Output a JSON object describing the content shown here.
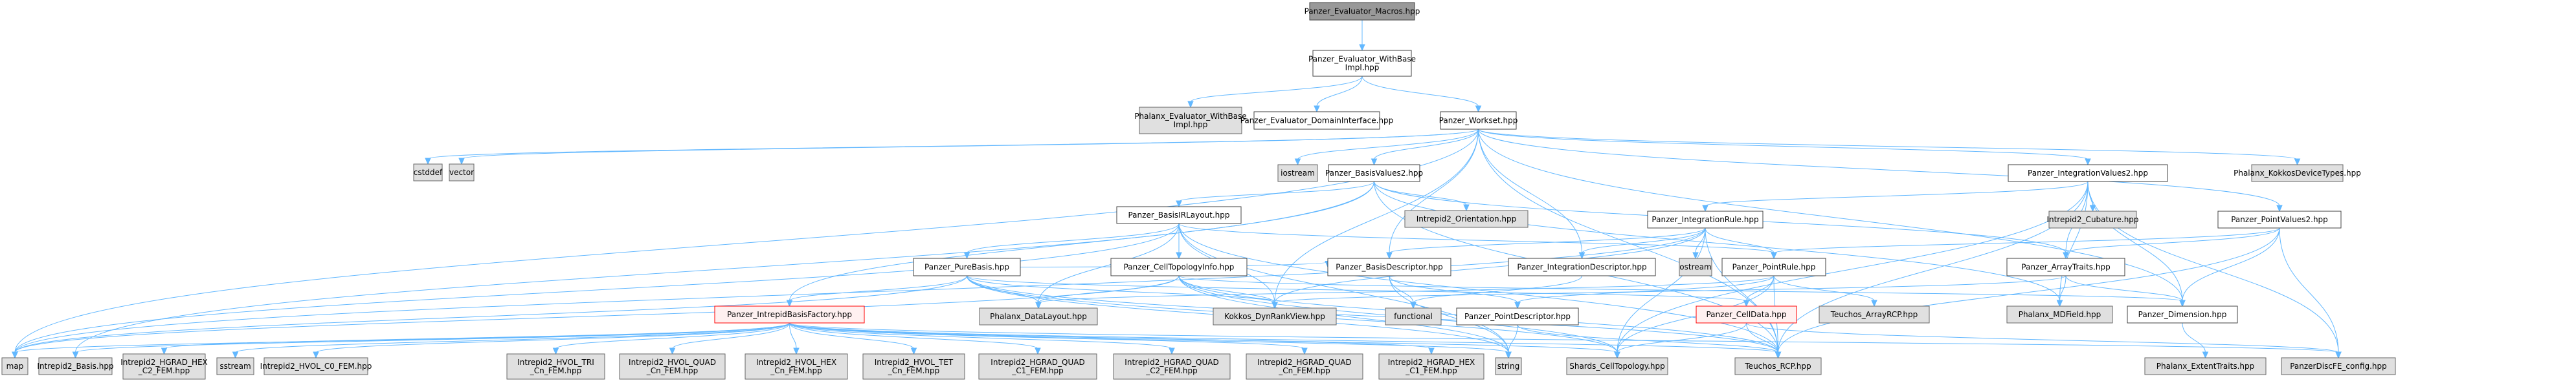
{
  "title": "Panzer_Evaluator_Macros.hpp include dependency graph",
  "colors": {
    "edge": "#63b8ff",
    "root_fill": "#999999",
    "system_fill": "#e0e0e0",
    "local_fill": "#ffffff",
    "highlight_border": "#ff0000"
  },
  "nodes": [
    {
      "id": "macros",
      "lines": [
        "Panzer_Evaluator_Macros.hpp"
      ],
      "kind": "root"
    },
    {
      "id": "withbaseimpl",
      "lines": [
        "Panzer_Evaluator_WithBase",
        "Impl.hpp"
      ],
      "kind": "local"
    },
    {
      "id": "phx_withbaseimpl",
      "lines": [
        "Phalanx_Evaluator_WithBase",
        "Impl.hpp"
      ],
      "kind": "sys"
    },
    {
      "id": "domaininterface",
      "lines": [
        "Panzer_Evaluator_DomainInterface.hpp"
      ],
      "kind": "local"
    },
    {
      "id": "workset",
      "lines": [
        "Panzer_Workset.hpp"
      ],
      "kind": "local"
    },
    {
      "id": "cstddef",
      "lines": [
        "cstddef"
      ],
      "kind": "sys"
    },
    {
      "id": "vector",
      "lines": [
        "vector"
      ],
      "kind": "sys"
    },
    {
      "id": "iostream",
      "lines": [
        "iostream"
      ],
      "kind": "sys"
    },
    {
      "id": "basisvalues2",
      "lines": [
        "Panzer_BasisValues2.hpp"
      ],
      "kind": "local"
    },
    {
      "id": "integrationvalues2",
      "lines": [
        "Panzer_IntegrationValues2.hpp"
      ],
      "kind": "local"
    },
    {
      "id": "kokkosdevicetypes",
      "lines": [
        "Phalanx_KokkosDeviceTypes.hpp"
      ],
      "kind": "sys"
    },
    {
      "id": "basisirlayout",
      "lines": [
        "Panzer_BasisIRLayout.hpp"
      ],
      "kind": "local"
    },
    {
      "id": "orientation",
      "lines": [
        "Intrepid2_Orientation.hpp"
      ],
      "kind": "sys"
    },
    {
      "id": "integrationrule",
      "lines": [
        "Panzer_IntegrationRule.hpp"
      ],
      "kind": "local"
    },
    {
      "id": "cubature",
      "lines": [
        "Intrepid2_Cubature.hpp"
      ],
      "kind": "sys"
    },
    {
      "id": "pointvalues2",
      "lines": [
        "Panzer_PointValues2.hpp"
      ],
      "kind": "local"
    },
    {
      "id": "purebasis",
      "lines": [
        "Panzer_PureBasis.hpp"
      ],
      "kind": "local"
    },
    {
      "id": "celltopologyinfo",
      "lines": [
        "Panzer_CellTopologyInfo.hpp"
      ],
      "kind": "local"
    },
    {
      "id": "basisdescriptor",
      "lines": [
        "Panzer_BasisDescriptor.hpp"
      ],
      "kind": "local"
    },
    {
      "id": "integrationdescriptor",
      "lines": [
        "Panzer_IntegrationDescriptor.hpp"
      ],
      "kind": "local"
    },
    {
      "id": "ostream",
      "lines": [
        "ostream"
      ],
      "kind": "sys"
    },
    {
      "id": "pointrule",
      "lines": [
        "Panzer_PointRule.hpp"
      ],
      "kind": "local"
    },
    {
      "id": "arraytraits",
      "lines": [
        "Panzer_ArrayTraits.hpp"
      ],
      "kind": "local"
    },
    {
      "id": "intrepidbasisfactory",
      "lines": [
        "Panzer_IntrepidBasisFactory.hpp"
      ],
      "kind": "red"
    },
    {
      "id": "datalayout",
      "lines": [
        "Phalanx_DataLayout.hpp"
      ],
      "kind": "sys"
    },
    {
      "id": "dynrankview",
      "lines": [
        "Kokkos_DynRankView.hpp"
      ],
      "kind": "sys"
    },
    {
      "id": "functional",
      "lines": [
        "functional"
      ],
      "kind": "sys"
    },
    {
      "id": "pointdescriptor",
      "lines": [
        "Panzer_PointDescriptor.hpp"
      ],
      "kind": "local"
    },
    {
      "id": "celldata",
      "lines": [
        "Panzer_CellData.hpp"
      ],
      "kind": "red"
    },
    {
      "id": "arrayrcp",
      "lines": [
        "Teuchos_ArrayRCP.hpp"
      ],
      "kind": "sys"
    },
    {
      "id": "mdfield",
      "lines": [
        "Phalanx_MDField.hpp"
      ],
      "kind": "sys"
    },
    {
      "id": "dimension",
      "lines": [
        "Panzer_Dimension.hpp"
      ],
      "kind": "local"
    },
    {
      "id": "map",
      "lines": [
        "map"
      ],
      "kind": "sys"
    },
    {
      "id": "i2basis",
      "lines": [
        "Intrepid2_Basis.hpp"
      ],
      "kind": "sys"
    },
    {
      "id": "hgrad_hex_c2",
      "lines": [
        "Intrepid2_HGRAD_HEX",
        "_C2_FEM.hpp"
      ],
      "kind": "sys"
    },
    {
      "id": "sstream",
      "lines": [
        "sstream"
      ],
      "kind": "sys"
    },
    {
      "id": "hvol_c0",
      "lines": [
        "Intrepid2_HVOL_C0_FEM.hpp"
      ],
      "kind": "sys"
    },
    {
      "id": "hvol_tri",
      "lines": [
        "Intrepid2_HVOL_TRI",
        "_Cn_FEM.hpp"
      ],
      "kind": "sys"
    },
    {
      "id": "hvol_quad",
      "lines": [
        "Intrepid2_HVOL_QUAD",
        "_Cn_FEM.hpp"
      ],
      "kind": "sys"
    },
    {
      "id": "hvol_hex",
      "lines": [
        "Intrepid2_HVOL_HEX",
        "_Cn_FEM.hpp"
      ],
      "kind": "sys"
    },
    {
      "id": "hvol_tet",
      "lines": [
        "Intrepid2_HVOL_TET",
        "_Cn_FEM.hpp"
      ],
      "kind": "sys"
    },
    {
      "id": "hgrad_quad_c1",
      "lines": [
        "Intrepid2_HGRAD_QUAD",
        "_C1_FEM.hpp"
      ],
      "kind": "sys"
    },
    {
      "id": "hgrad_quad_c2",
      "lines": [
        "Intrepid2_HGRAD_QUAD",
        "_C2_FEM.hpp"
      ],
      "kind": "sys"
    },
    {
      "id": "hgrad_quad_cn",
      "lines": [
        "Intrepid2_HGRAD_QUAD",
        "_Cn_FEM.hpp"
      ],
      "kind": "sys"
    },
    {
      "id": "hgrad_hex_c1",
      "lines": [
        "Intrepid2_HGRAD_HEX",
        "_C1_FEM.hpp"
      ],
      "kind": "sys"
    },
    {
      "id": "string",
      "lines": [
        "string"
      ],
      "kind": "sys"
    },
    {
      "id": "shards",
      "lines": [
        "Shards_CellTopology.hpp"
      ],
      "kind": "sys"
    },
    {
      "id": "teuchos_rcp",
      "lines": [
        "Teuchos_RCP.hpp"
      ],
      "kind": "sys"
    },
    {
      "id": "extenttraits",
      "lines": [
        "Phalanx_ExtentTraits.hpp"
      ],
      "kind": "sys"
    },
    {
      "id": "discfe_config",
      "lines": [
        "PanzerDiscFE_config.hpp"
      ],
      "kind": "sys"
    }
  ],
  "edges": [
    [
      "macros",
      "withbaseimpl"
    ],
    [
      "withbaseimpl",
      "phx_withbaseimpl"
    ],
    [
      "withbaseimpl",
      "domaininterface"
    ],
    [
      "withbaseimpl",
      "workset"
    ],
    [
      "workset",
      "cstddef"
    ],
    [
      "workset",
      "vector"
    ],
    [
      "workset",
      "map"
    ],
    [
      "workset",
      "iostream"
    ],
    [
      "workset",
      "basisvalues2"
    ],
    [
      "workset",
      "integrationvalues2"
    ],
    [
      "workset",
      "pointvalues2"
    ],
    [
      "workset",
      "kokkosdevicetypes"
    ],
    [
      "workset",
      "dimension"
    ],
    [
      "workset",
      "teuchos_rcp"
    ],
    [
      "workset",
      "dynrankview"
    ],
    [
      "workset",
      "integrationdescriptor"
    ],
    [
      "workset",
      "basisdescriptor"
    ],
    [
      "basisvalues2",
      "basisirlayout"
    ],
    [
      "basisvalues2",
      "orientation"
    ],
    [
      "basisvalues2",
      "arraytraits"
    ],
    [
      "basisvalues2",
      "teuchos_rcp"
    ],
    [
      "basisvalues2",
      "intrepidbasisfactory"
    ],
    [
      "basisvalues2",
      "mdfield"
    ],
    [
      "basisvalues2",
      "i2basis"
    ],
    [
      "basisirlayout",
      "purebasis"
    ],
    [
      "basisirlayout",
      "celltopologyinfo"
    ],
    [
      "basisirlayout",
      "datalayout"
    ],
    [
      "basisirlayout",
      "dynrankview"
    ],
    [
      "basisirlayout",
      "teuchos_rcp"
    ],
    [
      "basisirlayout",
      "string"
    ],
    [
      "basisirlayout",
      "map"
    ],
    [
      "basisirlayout",
      "pointrule"
    ],
    [
      "purebasis",
      "intrepidbasisfactory"
    ],
    [
      "purebasis",
      "datalayout"
    ],
    [
      "purebasis",
      "dynrankview"
    ],
    [
      "purebasis",
      "string"
    ],
    [
      "purebasis",
      "shards"
    ],
    [
      "purebasis",
      "teuchos_rcp"
    ],
    [
      "purebasis",
      "map"
    ],
    [
      "purebasis",
      "basisdescriptor"
    ],
    [
      "purebasis",
      "celldata"
    ],
    [
      "celltopologyinfo",
      "datalayout"
    ],
    [
      "celltopologyinfo",
      "dynrankview"
    ],
    [
      "celltopologyinfo",
      "shards"
    ],
    [
      "celltopologyinfo",
      "teuchos_rcp"
    ],
    [
      "celltopologyinfo",
      "string"
    ],
    [
      "celltopologyinfo",
      "dimension"
    ],
    [
      "celltopologyinfo",
      "map"
    ],
    [
      "basisdescriptor",
      "functional"
    ],
    [
      "basisdescriptor",
      "pointdescriptor"
    ],
    [
      "basisdescriptor",
      "string"
    ],
    [
      "integrationdescriptor",
      "functional"
    ],
    [
      "integrationrule",
      "integrationdescriptor"
    ],
    [
      "integrationrule",
      "basisdescriptor"
    ],
    [
      "integrationrule",
      "ostream"
    ],
    [
      "integrationrule",
      "pointrule"
    ],
    [
      "integrationrule",
      "teuchos_rcp"
    ],
    [
      "integrationrule",
      "shards"
    ],
    [
      "integrationrule",
      "map"
    ],
    [
      "integrationrule",
      "dynrankview"
    ],
    [
      "pointrule",
      "pointdescriptor"
    ],
    [
      "pointrule",
      "arrayrcp"
    ],
    [
      "pointrule",
      "shards"
    ],
    [
      "pointrule",
      "datalayout"
    ],
    [
      "pointrule",
      "teuchos_rcp"
    ],
    [
      "pointrule",
      "celldata"
    ],
    [
      "pointdescriptor",
      "string"
    ],
    [
      "pointdescriptor",
      "teuchos_rcp"
    ],
    [
      "celldata",
      "shards"
    ],
    [
      "celldata",
      "teuchos_rcp"
    ],
    [
      "celldata",
      "discfe_config"
    ],
    [
      "integrationvalues2",
      "integrationrule"
    ],
    [
      "integrationvalues2",
      "cubature"
    ],
    [
      "integrationvalues2",
      "arraytraits"
    ],
    [
      "integrationvalues2",
      "mdfield"
    ],
    [
      "integrationvalues2",
      "dimension"
    ],
    [
      "integrationvalues2",
      "teuchos_rcp"
    ],
    [
      "integrationvalues2",
      "discfe_config"
    ],
    [
      "integrationvalues2",
      "shards"
    ],
    [
      "pointvalues2",
      "pointrule"
    ],
    [
      "pointvalues2",
      "arraytraits"
    ],
    [
      "pointvalues2",
      "dimension"
    ],
    [
      "pointvalues2",
      "discfe_config"
    ],
    [
      "pointvalues2",
      "teuchos_rcp"
    ],
    [
      "arraytraits",
      "mdfield"
    ],
    [
      "arraytraits",
      "dimension"
    ],
    [
      "arraytraits",
      "dynrankview"
    ],
    [
      "dimension",
      "extenttraits"
    ],
    [
      "intrepidbasisfactory",
      "map"
    ],
    [
      "intrepidbasisfactory",
      "i2basis"
    ],
    [
      "intrepidbasisfactory",
      "hgrad_hex_c2"
    ],
    [
      "intrepidbasisfactory",
      "sstream"
    ],
    [
      "intrepidbasisfactory",
      "hvol_c0"
    ],
    [
      "intrepidbasisfactory",
      "hvol_tri"
    ],
    [
      "intrepidbasisfactory",
      "hvol_quad"
    ],
    [
      "intrepidbasisfactory",
      "hvol_hex"
    ],
    [
      "intrepidbasisfactory",
      "hvol_tet"
    ],
    [
      "intrepidbasisfactory",
      "hgrad_quad_c1"
    ],
    [
      "intrepidbasisfactory",
      "hgrad_quad_c2"
    ],
    [
      "intrepidbasisfactory",
      "hgrad_quad_cn"
    ],
    [
      "intrepidbasisfactory",
      "hgrad_hex_c1"
    ],
    [
      "intrepidbasisfactory",
      "string"
    ],
    [
      "intrepidbasisfactory",
      "shards"
    ],
    [
      "intrepidbasisfactory",
      "teuchos_rcp"
    ],
    [
      "intrepidbasisfactory",
      "discfe_config"
    ]
  ]
}
